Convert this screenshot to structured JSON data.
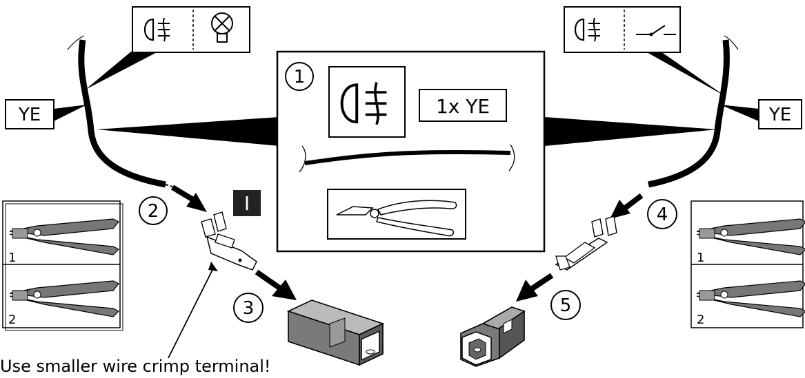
{
  "labels": {
    "wire_color_left": "YE",
    "wire_color_right": "YE",
    "wire_spec": "1x YE",
    "step_1": "1",
    "step_2": "2",
    "step_3": "3",
    "step_4": "4",
    "step_5": "5",
    "info_badge": "I",
    "tool_left_option_1": "1",
    "tool_left_option_2": "2",
    "tool_right_option_1": "1",
    "tool_right_option_2": "2",
    "note": "Use smaller wire crimp terminal!"
  },
  "icons": {
    "fog_light": "front-fog-light-symbol",
    "bulb": "bulb-symbol",
    "switch": "switch-symbol",
    "cutter": "diagonal-cutter",
    "crimper": "crimping-pliers"
  },
  "colors": {
    "ink": "#000000",
    "tool_fill": "#6b6b6b",
    "connector_fill": "#7a7a7a"
  }
}
